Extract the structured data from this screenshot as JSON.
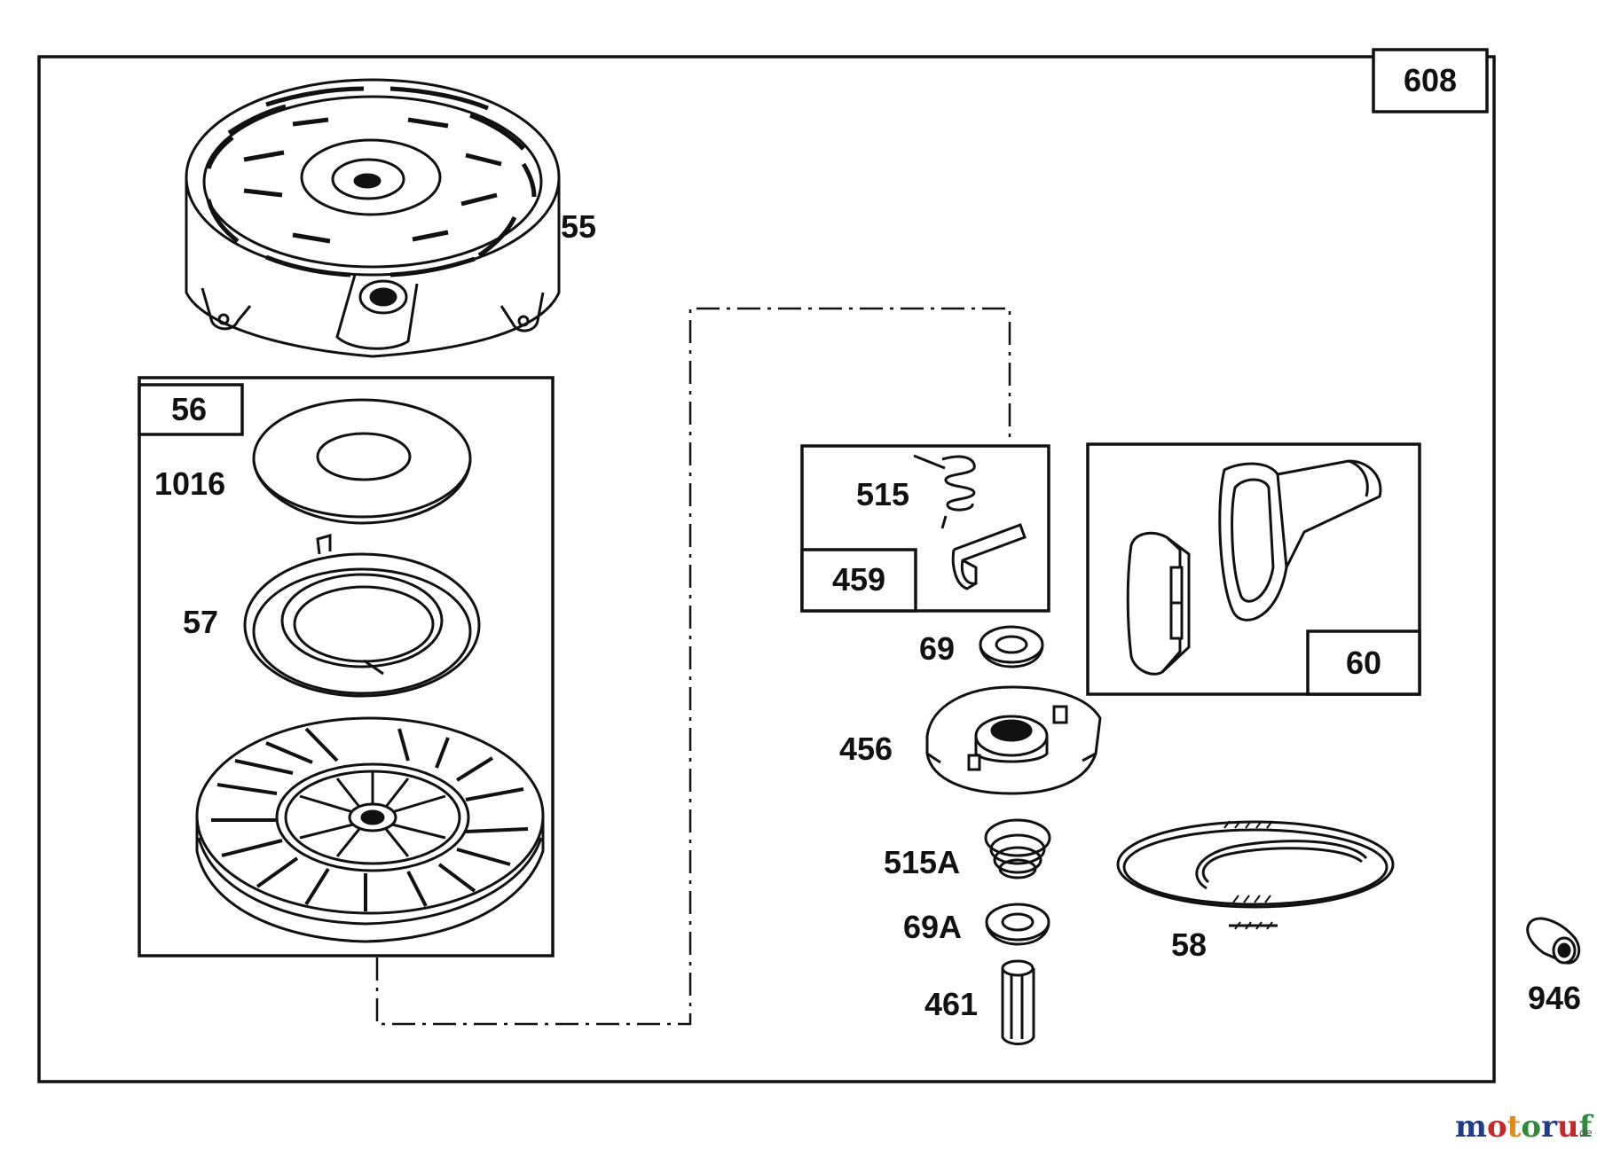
{
  "figure": {
    "assembly_label": "608",
    "parts": {
      "p55": "55",
      "p56": "56",
      "p1016": "1016",
      "p57": "57",
      "p515": "515",
      "p459": "459",
      "p60": "60",
      "p69": "69",
      "p456": "456",
      "p515a": "515A",
      "p69a": "69A",
      "p461": "461",
      "p58": "58",
      "p946": "946"
    }
  },
  "watermark": {
    "logo_letters": [
      "m",
      "o",
      "t",
      "o",
      "r",
      "u",
      "f"
    ],
    "logo_colors": [
      "#1f3c8a",
      "#c4282b",
      "#e08a17",
      "#2e8b3a",
      "#1f3c8a",
      "#c4282b",
      "#2e8b3a"
    ],
    "tld": ".de"
  }
}
